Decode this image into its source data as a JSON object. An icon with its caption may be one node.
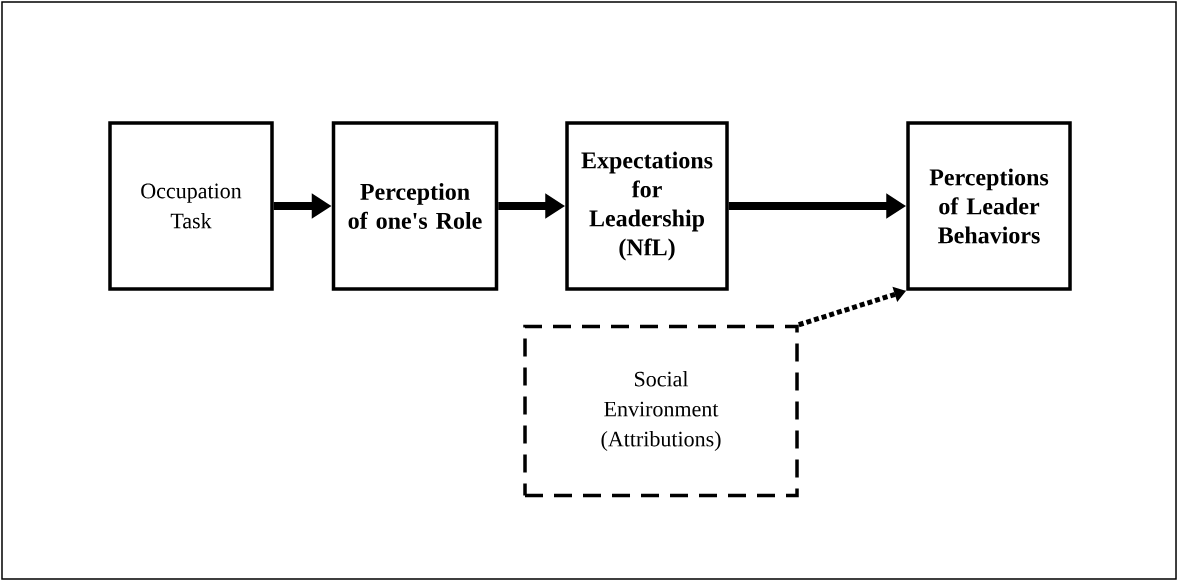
{
  "diagram": {
    "nodes": [
      {
        "text": [
          "Occupation Task"
        ]
      },
      {
        "text": [
          "Perception of one's Role"
        ]
      },
      {
        "text": [
          "Expectations for Leadership (NfL)"
        ]
      },
      {
        "text": [
          "Perceptions of Leader Behaviors"
        ]
      },
      {
        "text": [
          "Social Environment (Attributions)"
        ]
      }
    ],
    "edges": [
      {
        "from": 0,
        "to": 1,
        "arrow": "to"
      },
      {
        "from": 1,
        "to": 2,
        "arrow": "to"
      },
      {
        "from": 2,
        "to": 3,
        "arrow": "to"
      },
      {
        "from": 4,
        "to": 3,
        "arrow": "to",
        "style": "dashed"
      }
    ]
  }
}
